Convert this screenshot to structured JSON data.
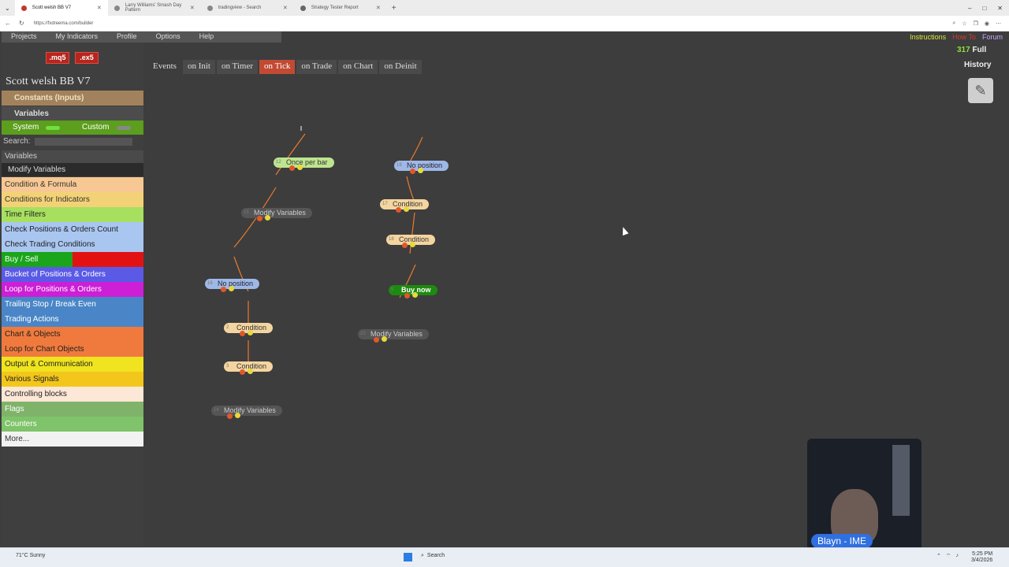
{
  "browser": {
    "tabs": [
      {
        "title": "Scott welsh BB  V7",
        "active": true
      },
      {
        "title": "Larry Williams' Smash Day Pattern",
        "active": false
      },
      {
        "title": "tradingview - Search",
        "active": false
      },
      {
        "title": "Strategy Tester Report",
        "active": false
      }
    ],
    "url": "https://fxdreema.com/builder"
  },
  "topmenu": [
    "Projects",
    "My Indicators",
    "Profile",
    "Options",
    "Help"
  ],
  "format_buttons": {
    "mq5": ".mq5",
    "ex5": ".ex5"
  },
  "project_title": "Scott welsh BB  V7",
  "top_links": {
    "instructions": "Instructions",
    "howto": "How To",
    "forum": "Forum"
  },
  "counter": {
    "num": "317",
    "label": "Full"
  },
  "history_label": "History",
  "events": {
    "label": "Events",
    "items": [
      "on Init",
      "on Timer",
      "on Tick",
      "on Trade",
      "on Chart",
      "on Deinit"
    ],
    "active_index": 2
  },
  "sidebar": {
    "constants": "Constants (Inputs)",
    "variables": "Variables",
    "system": "System",
    "custom": "Custom",
    "search_label": "Search:",
    "var_header": "Variables",
    "modify": "Modify Variables",
    "categories": [
      {
        "label": "Condition & Formula",
        "color": "#f7c893",
        "text": "#333333"
      },
      {
        "label": "Conditions for Indicators",
        "color": "#f3d277",
        "text": "#333333"
      },
      {
        "label": "Time Filters",
        "color": "#a7e05f",
        "text": "#222222"
      },
      {
        "label": "Check Positions & Orders Count",
        "color": "#a9c6f0",
        "text": "#222222"
      },
      {
        "label": "Check Trading Conditions",
        "color": "#a9c6f0",
        "text": "#222222"
      },
      {
        "label": "Buy / Sell",
        "color": "#1aa51a",
        "text": "#ffffff"
      },
      {
        "label": "Bucket of Positions & Orders",
        "color": "#5a5ae6",
        "text": "#ffffff"
      },
      {
        "label": "Loop for Positions & Orders",
        "color": "#cc1fd6",
        "text": "#ffffff"
      },
      {
        "label": "Trailing Stop / Break Even",
        "color": "#4a86c7",
        "text": "#ffffff"
      },
      {
        "label": "Trading Actions",
        "color": "#4a86c7",
        "text": "#ffffff"
      },
      {
        "label": "Chart & Objects",
        "color": "#f07a3d",
        "text": "#222222"
      },
      {
        "label": "Loop for Chart Objects",
        "color": "#f07a3d",
        "text": "#222222"
      },
      {
        "label": "Output & Communication",
        "color": "#f0e31f",
        "text": "#222222"
      },
      {
        "label": "Various Signals",
        "color": "#f3c61c",
        "text": "#222222"
      },
      {
        "label": "Controlling blocks",
        "color": "#fde7d6",
        "text": "#222222"
      },
      {
        "label": "Flags",
        "color": "#7fb36a",
        "text": "#ffffff"
      },
      {
        "label": "Counters",
        "color": "#7fc36a",
        "text": "#ffffff"
      },
      {
        "label": "More...",
        "color": "#f2f2f2",
        "text": "#333333"
      }
    ]
  },
  "blocks": [
    {
      "id": "12",
      "label": "Once per bar",
      "style": "green"
    },
    {
      "id": "15",
      "label": "Modify Variables",
      "style": "gray"
    },
    {
      "id": "16",
      "label": "No position",
      "style": "blue"
    },
    {
      "id": "2",
      "label": "Condition",
      "style": "orange"
    },
    {
      "id": "3",
      "label": "Condition",
      "style": "orange"
    },
    {
      "id": "14",
      "label": "Modify Variables",
      "style": "gray"
    },
    {
      "id": "19",
      "label": "No position",
      "style": "blue"
    },
    {
      "id": "17",
      "label": "Condition",
      "style": "orange"
    },
    {
      "id": "18",
      "label": "Condition",
      "style": "orange"
    },
    {
      "id": "5",
      "label": "Buy now",
      "style": "buy"
    },
    {
      "id": "20",
      "label": "Modify Variables",
      "style": "gray"
    }
  ],
  "webcam_name": "Blayn - IME",
  "taskbar": {
    "weather": "71°C Sunny",
    "search": "Search",
    "time": "5:25 PM",
    "date": "3/4/2026"
  }
}
